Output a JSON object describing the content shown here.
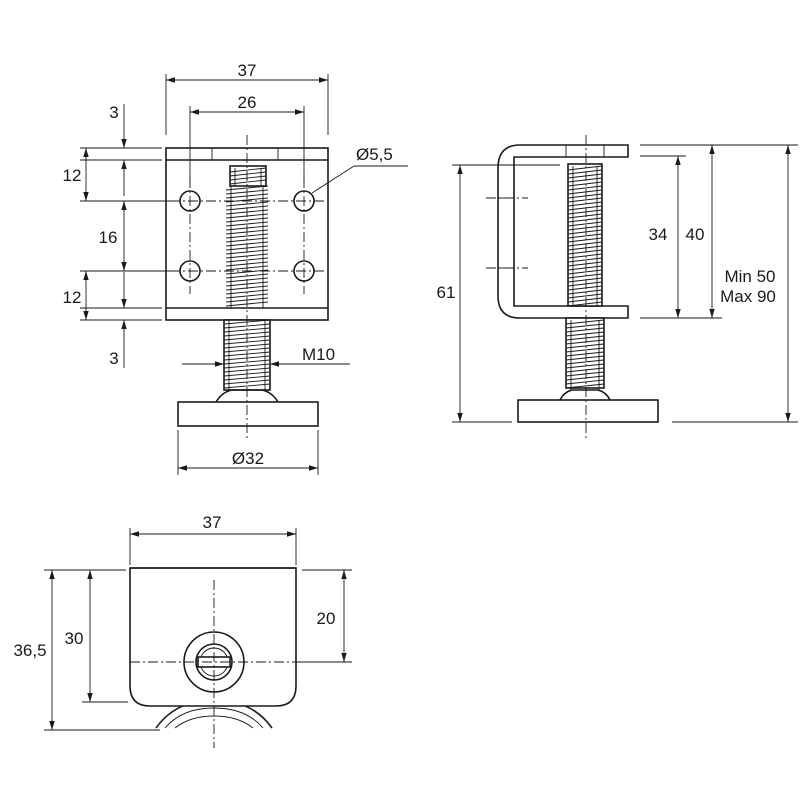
{
  "front_view": {
    "width_total": "37",
    "hole_spacing_h": "26",
    "hole_diameter": "Ø5,5",
    "edge_top": "3",
    "top_to_hole": "12",
    "hole_spacing_v": "16",
    "hole_to_bottom": "12",
    "edge_bottom": "3",
    "thread": "M10",
    "foot_diameter": "Ø32"
  },
  "side_view": {
    "overall_height": "61",
    "inner_height": "34",
    "outer_height": "40",
    "adjust_min": "Min 50",
    "adjust_max": "Max 90"
  },
  "top_view": {
    "width": "37",
    "depth_total": "36,5",
    "depth_body": "30",
    "center_offset": "20"
  },
  "colors": {
    "line": "#1a1a1a",
    "background": "#ffffff"
  }
}
